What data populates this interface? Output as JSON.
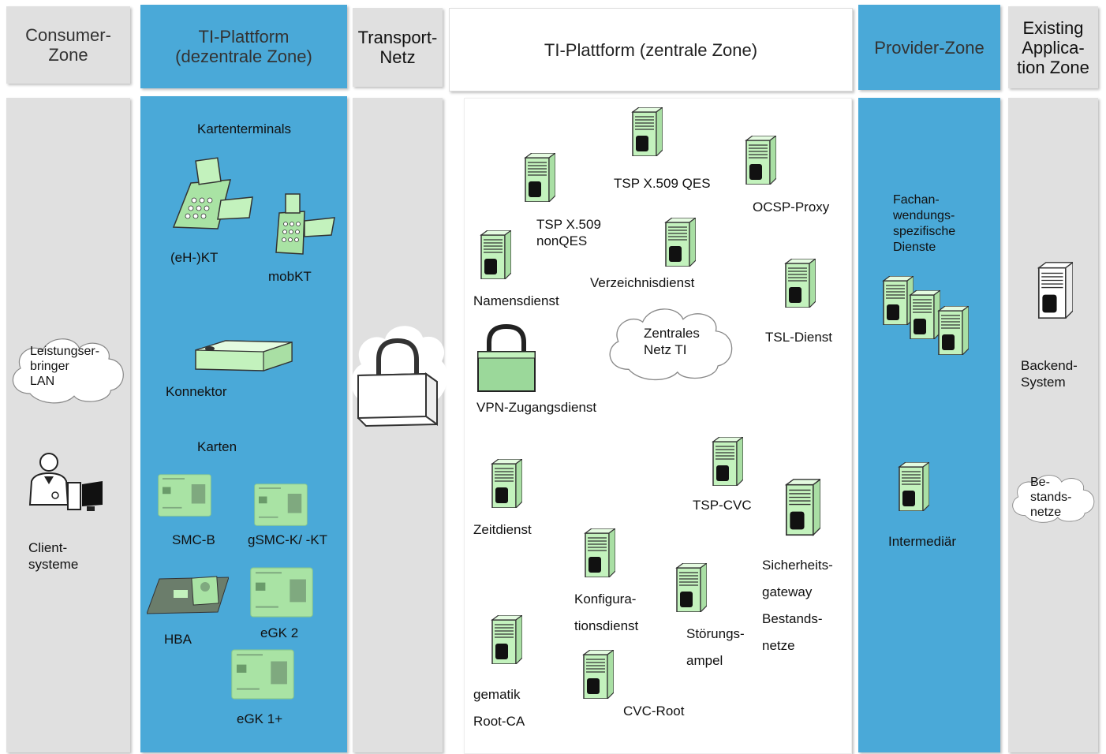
{
  "headers": {
    "consumer": "Consumer-\nZone",
    "ti_dezentral": "TI-Plattform\n(dezentrale Zone)",
    "transport": "Transport-\nNetz",
    "ti_zentral": "TI-Plattform (zentrale Zone)",
    "provider": "Provider-Zone",
    "existing": "Existing\nApplica-\ntion Zone"
  },
  "consumer_zone": {
    "lan_cloud": "Leistungser-\nbringer\nLAN",
    "clients": "Client-\nsysteme"
  },
  "dezentral_zone": {
    "kartenterminals": "Kartenterminals",
    "ehkt": "(eH-)KT",
    "mobkt": "mobKT",
    "konnektor": "Konnektor",
    "karten": "Karten",
    "smcb": "SMC-B",
    "gsmc": "gSMC-K/ -KT",
    "hba": "HBA",
    "egk2": "eGK 2",
    "egk1": "eGK 1+"
  },
  "zentral_zone": {
    "tsp_qes": "TSP X.509 QES",
    "ocsp": "OCSP-Proxy",
    "tsp_nonqes": "TSP X.509\nnonQES",
    "namensdienst": "Namensdienst",
    "verzeichnisdienst": "Verzeichnisdienst",
    "zentrales_netz": "Zentrales\nNetz TI",
    "tsl": "TSL-Dienst",
    "vpn": "VPN-Zugangsdienst",
    "zeitdienst": "Zeitdienst",
    "tsp_cvc": "TSP-CVC",
    "sicherheitsgateway": "Sicherheits-\ngateway\nBestands-\nnetze",
    "konfig": "Konfigura-\ntionsdienst",
    "stoerung": "Störungs-\nampel",
    "gematik": "gematik\nRoot-CA",
    "cvc_root": "CVC-Root"
  },
  "provider_zone": {
    "fachanwendungen": "Fachan-\nwendungs-\nspezifische\nDienste",
    "intermediaer": "Intermediär"
  },
  "existing_zone": {
    "backend": "Backend-\nSystem",
    "bestandsnetze": "Be-\nstands-\nnetze"
  },
  "colors": {
    "blue": "#4aa9d8",
    "gray": "#e0e0e0",
    "server_green": "#bff0b8"
  }
}
